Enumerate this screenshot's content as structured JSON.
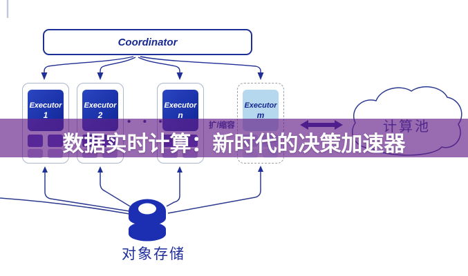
{
  "banner": {
    "title": "数据实时计算：新时代的决策加速器"
  },
  "coordinator": {
    "label": "Coordinator"
  },
  "executors": [
    {
      "name": "Executor",
      "id": "1"
    },
    {
      "name": "Executor",
      "id": "2"
    },
    {
      "name": "Executor",
      "id": "n"
    },
    {
      "name": "Executor",
      "id": "m"
    }
  ],
  "labels": {
    "ellipsis": "• • •",
    "scale": "扩/缩容",
    "compute_pool": "计算池",
    "object_storage": "对象存储"
  },
  "colors": {
    "line_navy": "#2b3a8f",
    "executor_blue": "#132da5",
    "executor_m_fill": "#b5d8ee",
    "tile_indigo": "#3f35b5",
    "tile_lavender": "#b7abdc",
    "cylinder_blue": "#1c2fb2",
    "banner_purple": "rgba(100,30,135,0.66)",
    "headline_white": "#ffffff"
  }
}
